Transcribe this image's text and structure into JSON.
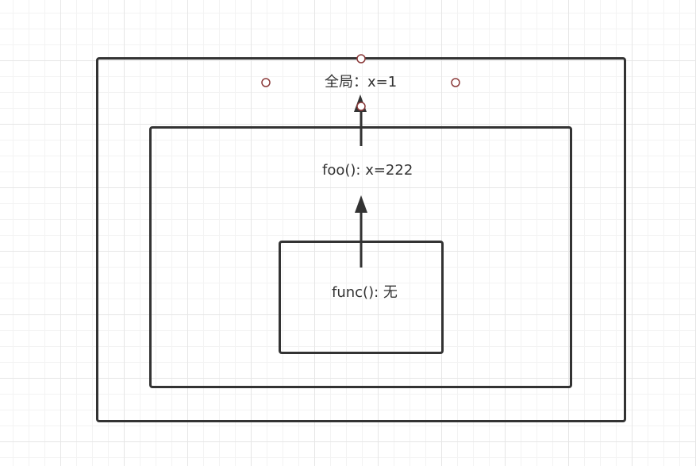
{
  "scopes": {
    "global": {
      "label": "全局：x=1"
    },
    "foo": {
      "label": "foo(): x=222"
    },
    "func": {
      "label": "func(): 无"
    }
  },
  "colors": {
    "stroke": "#333333",
    "handle": "#8b3a3a",
    "grid": "#e6e6e6"
  }
}
